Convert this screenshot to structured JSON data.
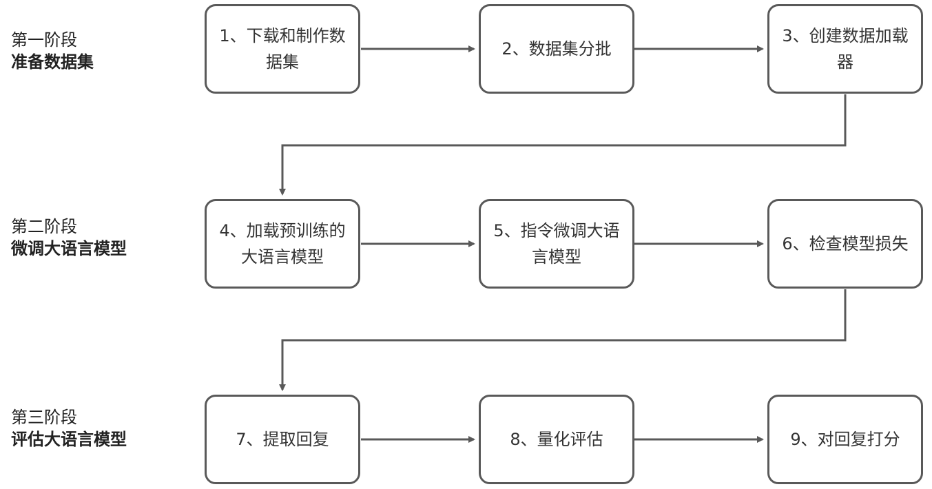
{
  "stages": [
    {
      "name": "第一阶段",
      "title": "准备数据集"
    },
    {
      "name": "第二阶段",
      "title": "微调大语言模型"
    },
    {
      "name": "第三阶段",
      "title": "评估大语言模型"
    }
  ],
  "steps": [
    {
      "label": "1、下载和制作数据集"
    },
    {
      "label": "2、数据集分批"
    },
    {
      "label": "3、创建数据加载器"
    },
    {
      "label": "4、加载预训练的大语言模型"
    },
    {
      "label": "5、指令微调大语言模型"
    },
    {
      "label": "6、检查模型损失"
    },
    {
      "label": "7、提取回复"
    },
    {
      "label": "8、量化评估"
    },
    {
      "label": "9、对回复打分"
    }
  ],
  "colors": {
    "border": "#595959",
    "arrow": "#595959",
    "text": "#333333"
  }
}
